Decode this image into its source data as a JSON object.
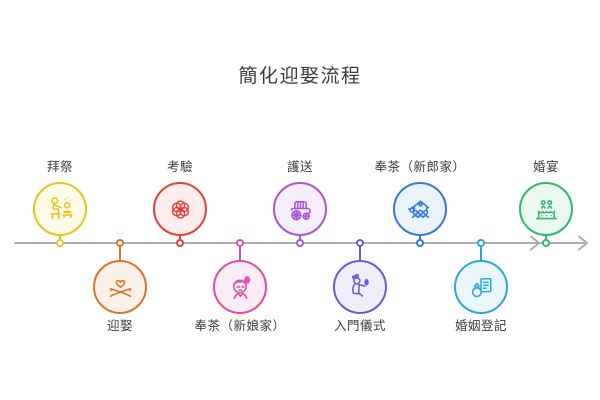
{
  "title": "簡化迎娶流程",
  "timeline": {
    "line_color": "#ACACAC",
    "items": [
      {
        "label": "拜祭",
        "icon": "worship-icon",
        "color": "#E2C522",
        "fill": "#FDFAE8",
        "position": "top"
      },
      {
        "label": "迎娶",
        "icon": "marriage-procession-icon",
        "color": "#DB742B",
        "fill": "#FBF1E9",
        "position": "bottom"
      },
      {
        "label": "考驗",
        "icon": "challenge-icon",
        "color": "#E3403C",
        "fill": "#FDEDED",
        "position": "top"
      },
      {
        "label": "奉茶（新娘家）",
        "icon": "tea-bride-family-icon",
        "color": "#DB4FA6",
        "fill": "#FBEDF6",
        "position": "bottom"
      },
      {
        "label": "護送",
        "icon": "carriage-icon",
        "color": "#A855D8",
        "fill": "#F7EEFC",
        "position": "top"
      },
      {
        "label": "入門儀式",
        "icon": "entrance-ritual-icon",
        "color": "#6A5AD8",
        "fill": "#F0EEFB",
        "position": "bottom"
      },
      {
        "label": "奉茶（新郎家）",
        "icon": "tea-groom-family-icon",
        "color": "#3578DC",
        "fill": "#EBF3FC",
        "position": "top"
      },
      {
        "label": "婚姻登記",
        "icon": "marriage-registration-icon",
        "color": "#2CA8D8",
        "fill": "#EAF7FC",
        "position": "bottom"
      },
      {
        "label": "婚宴",
        "icon": "wedding-banquet-icon",
        "color": "#31B96E",
        "fill": "#EBF8F0",
        "position": "top"
      }
    ]
  }
}
